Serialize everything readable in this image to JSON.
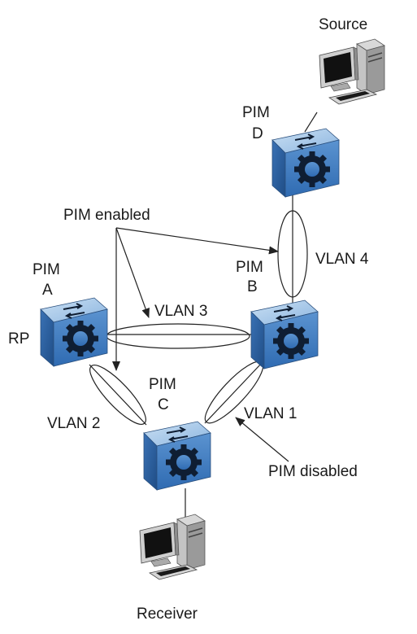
{
  "nodes": {
    "pim_a": {
      "line1": "PIM",
      "line2": "A",
      "role": "RP"
    },
    "pim_b": {
      "line1": "PIM",
      "line2": "B"
    },
    "pim_c": {
      "line1": "PIM",
      "line2": "C"
    },
    "pim_d": {
      "line1": "PIM",
      "line2": "D"
    }
  },
  "hosts": {
    "source": "Source",
    "receiver": "Receiver"
  },
  "vlans": {
    "vlan1": "VLAN 1",
    "vlan2": "VLAN 2",
    "vlan3": "VLAN 3",
    "vlan4": "VLAN 4"
  },
  "annotations": {
    "pim_enabled": "PIM enabled",
    "pim_disabled": "PIM disabled"
  },
  "colors": {
    "router_top": "#9fc3e6",
    "router_front": "#4f86c6",
    "router_side": "#2b5e9e",
    "router_icon": "#0f1e33"
  }
}
